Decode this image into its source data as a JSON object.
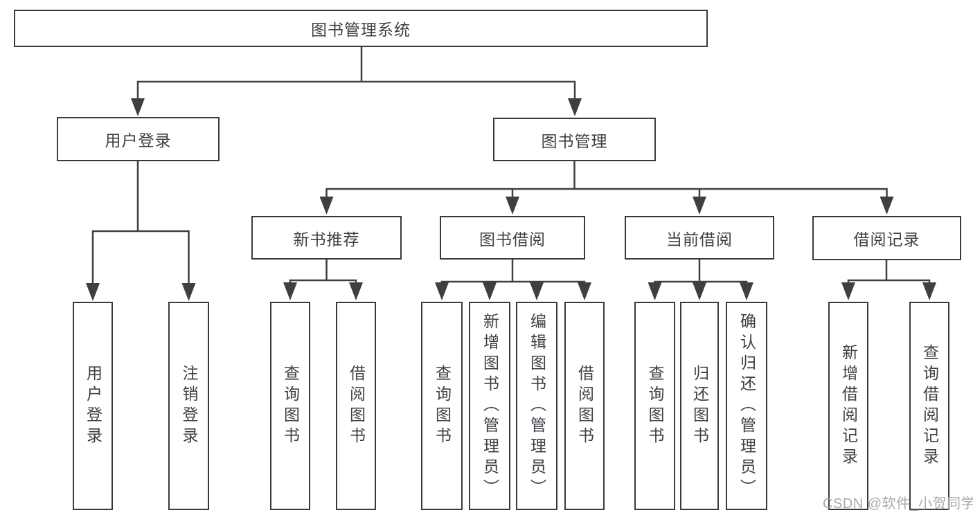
{
  "tree": {
    "root": "图书管理系统",
    "level2": [
      {
        "label": "用户登录",
        "children": [
          "用户登录",
          "注销登录"
        ]
      },
      {
        "label": "图书管理",
        "groups": [
          {
            "label": "新书推荐",
            "children": [
              "查询图书",
              "借阅图书"
            ]
          },
          {
            "label": "图书借阅",
            "children": [
              "查询图书",
              "新增图书（管理员）",
              "编辑图书（管理员）",
              "借阅图书"
            ]
          },
          {
            "label": "当前借阅",
            "children": [
              "查询图书",
              "归还图书",
              "确认归还（管理员）"
            ]
          },
          {
            "label": "借阅记录",
            "children": [
              "新增借阅记录",
              "查询借阅记录"
            ]
          }
        ]
      }
    ]
  },
  "watermark": "CSDN @软件_小贺同学",
  "colors": {
    "line": "#3f3f3f",
    "box_border": "#3a3a3a",
    "text": "#3d3f44",
    "box_background": "#ffffff",
    "watermark": "#a9a9a9"
  }
}
